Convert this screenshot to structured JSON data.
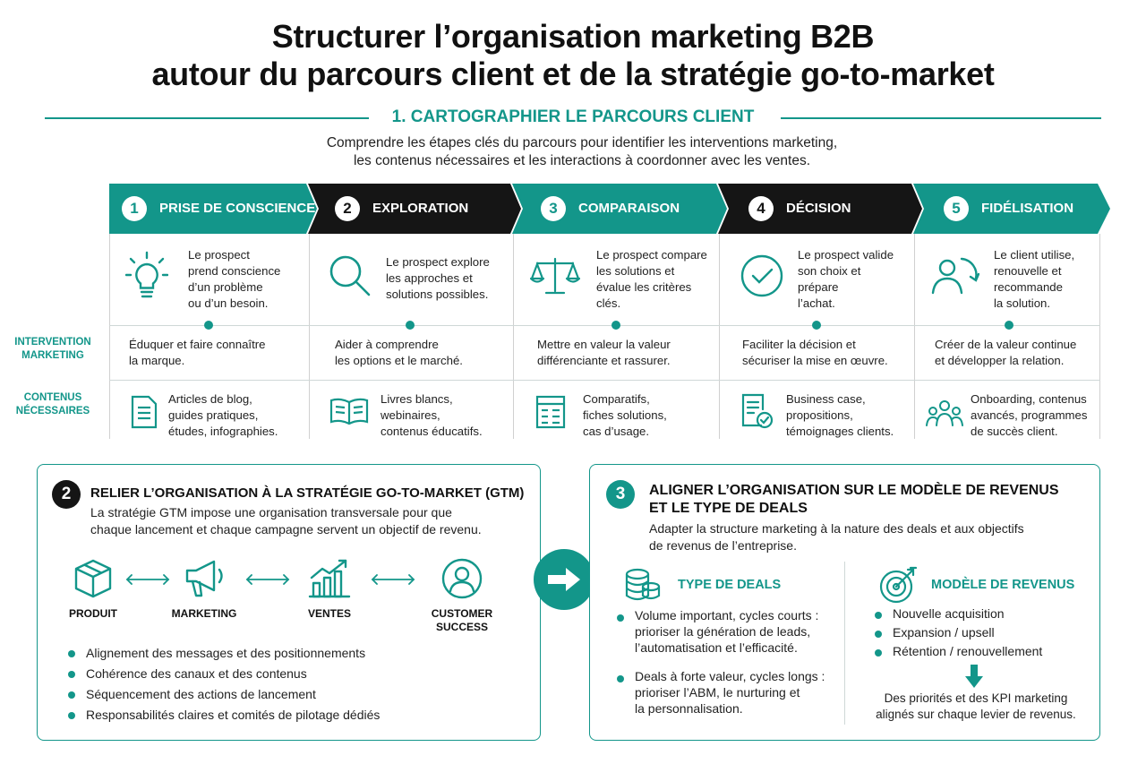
{
  "title_line1": "Structurer l’organisation marketing B2B",
  "title_line2": "autour du parcours client et de la stratégie go-to-market",
  "section1": {
    "title": "1. CARTOGRAPHIER LE PARCOURS CLIENT",
    "subtitle_line1": "Comprendre les étapes clés du parcours pour identifier les interventions marketing,",
    "subtitle_line2": "les contenus nécessaires et les interactions à coordonner avec les ventes.",
    "row_label_intervention_1": "INTERVENTION",
    "row_label_intervention_2": "MARKETING",
    "row_label_contenus_1": "CONTENUS",
    "row_label_contenus_2": "NÉCESSAIRES",
    "stages": [
      {
        "num": "1",
        "label": "PRISE DE CONSCIENCE",
        "icon": "lightbulb-icon",
        "desc": [
          "Le prospect",
          "prend conscience",
          "d’un problème",
          "ou d’un besoin."
        ],
        "intervention": [
          "Éduquer et faire connaître",
          "la marque."
        ],
        "content_icon": "document-icon",
        "content": [
          "Articles de blog,",
          "guides pratiques,",
          "études, infographies."
        ]
      },
      {
        "num": "2",
        "label": "EXPLORATION",
        "icon": "magnifier-icon",
        "desc": [
          "Le prospect explore",
          "les approches et",
          "solutions possibles."
        ],
        "intervention": [
          "Aider à comprendre",
          "les options et le marché."
        ],
        "content_icon": "book-icon",
        "content": [
          "Livres blancs,",
          "webinaires,",
          "contenus éducatifs."
        ]
      },
      {
        "num": "3",
        "label": "COMPARAISON",
        "icon": "scale-icon",
        "desc": [
          "Le prospect compare",
          "les solutions et",
          "évalue les critères",
          "clés."
        ],
        "intervention": [
          "Mettre en valeur la valeur",
          "différenciante et rassurer."
        ],
        "content_icon": "comparison-sheet-icon",
        "content": [
          "Comparatifs,",
          "fiches solutions,",
          "cas d’usage."
        ]
      },
      {
        "num": "4",
        "label": "DÉCISION",
        "icon": "check-circle-icon",
        "desc": [
          "Le prospect valide",
          "son choix et",
          "prépare",
          "l’achat."
        ],
        "intervention": [
          "Faciliter la décision et",
          "sécuriser la mise en œuvre."
        ],
        "content_icon": "approved-document-icon",
        "content": [
          "Business case,",
          "propositions,",
          "témoignages clients."
        ]
      },
      {
        "num": "5",
        "label": "FIDÉLISATION",
        "icon": "user-refresh-icon",
        "desc": [
          "Le client utilise,",
          "renouvelle et",
          "recommande",
          "la solution."
        ],
        "intervention": [
          "Créer de la valeur continue",
          "et développer la relation."
        ],
        "content_icon": "community-icon",
        "content": [
          "Onboarding, contenus",
          "avancés, programmes",
          "de succès client."
        ]
      }
    ]
  },
  "section2": {
    "num": "2",
    "title": "RELIER L’ORGANISATION À LA STRATÉGIE GO-TO-MARKET (GTM)",
    "subtitle_line1": "La stratégie GTM impose une organisation transversale pour que",
    "subtitle_line2": "chaque lancement et chaque campagne servent un objectif de revenu.",
    "flow": [
      {
        "label_1": "PRODUIT",
        "label_2": "",
        "icon": "box-icon"
      },
      {
        "label_1": "MARKETING",
        "label_2": "",
        "icon": "megaphone-icon"
      },
      {
        "label_1": "VENTES",
        "label_2": "",
        "icon": "growth-chart-icon"
      },
      {
        "label_1": "CUSTOMER",
        "label_2": "SUCCESS",
        "icon": "user-circle-icon"
      }
    ],
    "bullets": [
      "Alignement des messages et des positionnements",
      "Cohérence des canaux et des contenus",
      "Séquencement des actions de lancement",
      "Responsabilités claires et comités de pilotage dédiés"
    ]
  },
  "section3": {
    "num": "3",
    "title_line1": "ALIGNER L’ORGANISATION SUR LE MODÈLE DE REVENUS",
    "title_line2": "ET LE TYPE DE DEALS",
    "subtitle_line1": "Adapter la structure marketing à la nature des deals et aux objectifs",
    "subtitle_line2": "de revenus de l’entreprise.",
    "deals": {
      "title": "TYPE DE DEALS",
      "icon": "coins-icon",
      "items": [
        [
          "Volume important, cycles courts :",
          "prioriser la génération de leads,",
          "l’automatisation et l’efficacité."
        ],
        [
          "Deals à forte valeur, cycles longs :",
          "prioriser l’ABM, le nurturing et",
          "la personnalisation."
        ]
      ]
    },
    "revenue": {
      "title": "MODÈLE DE REVENUS",
      "icon": "target-icon",
      "items": [
        "Nouvelle acquisition",
        "Expansion / upsell",
        "Rétention / renouvellement"
      ],
      "result_line1": "Des priorités et des KPI marketing",
      "result_line2": "alignés sur chaque levier de revenus."
    }
  },
  "colors": {
    "teal": "#13968a",
    "dark": "#151515"
  }
}
